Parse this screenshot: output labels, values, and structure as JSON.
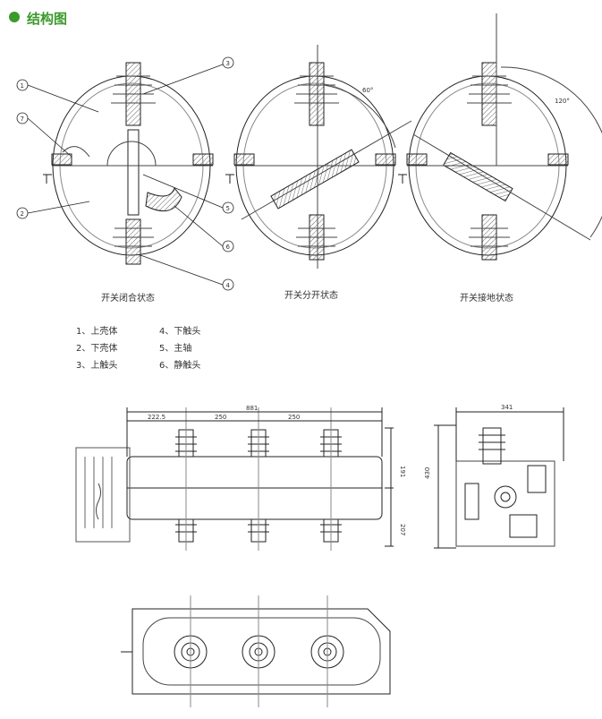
{
  "header": {
    "title": "结构图"
  },
  "states": [
    {
      "caption": "开关闭合状态"
    },
    {
      "caption": "开关分开状态",
      "angle_label": "60°"
    },
    {
      "caption": "开关接地状态",
      "angle_label": "120°"
    }
  ],
  "callouts": [
    "1",
    "2",
    "3",
    "4",
    "5",
    "6",
    "7"
  ],
  "legend": [
    "1、上壳体",
    "2、下壳体",
    "3、上触头",
    "4、下触头",
    "5、主轴",
    "6、静触头"
  ],
  "dimensions": {
    "overall_width": "881",
    "segment_1": "222.5",
    "segment_2": "250",
    "segment_3": "250",
    "upper_height": "191",
    "lower_height": "207",
    "side_height": "430",
    "side_width": "341"
  }
}
